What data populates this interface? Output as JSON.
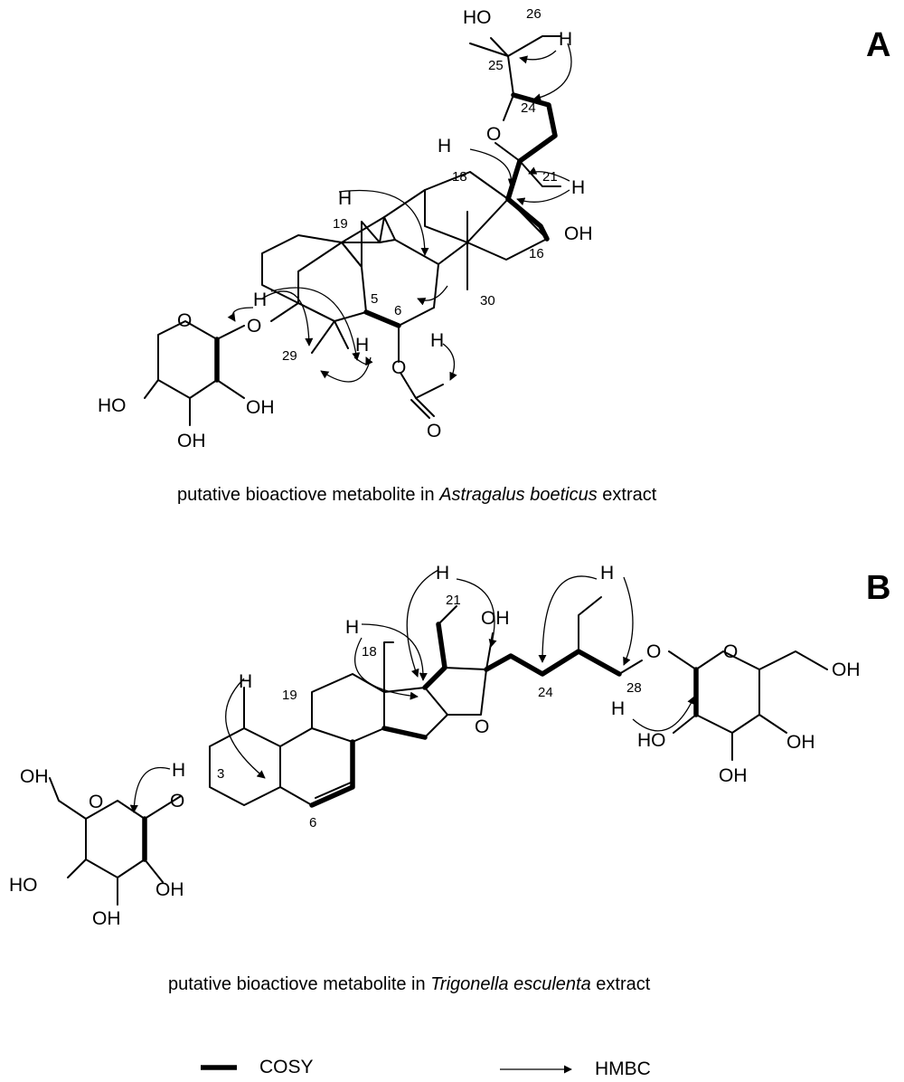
{
  "panels": {
    "a": {
      "label": "A",
      "caption": {
        "prefix": "putative bioactiove metabolite in ",
        "species": "Astragalus boeticus",
        "suffix": " extract"
      },
      "atoms": {
        "ho_top": "HO",
        "h_26": "H",
        "o_ring": "O",
        "h_18": "H",
        "h_21": "H",
        "h_19": "H",
        "oh_16": "OH",
        "h_3": "H",
        "o_3": "O",
        "o_sugar_ring": "O",
        "h_5": "H",
        "h_6": "H",
        "o_6": "O",
        "o_carbonyl": "O",
        "ho_sugar": "HO",
        "oh_sugar_right": "OH",
        "oh_sugar_bottom": "OH"
      },
      "numbers": {
        "n26": "26",
        "n25": "25",
        "n24": "24",
        "n18": "18",
        "n21": "21",
        "n19": "19",
        "n16": "16",
        "n5": "5",
        "n6": "6",
        "n30": "30",
        "n29": "29"
      }
    },
    "b": {
      "label": "B",
      "caption": {
        "prefix": "putative bioactiove metabolite in ",
        "species": "Trigonella esculenta",
        "suffix": " extract"
      },
      "atoms": {
        "h_21": "H",
        "oh_22": "OH",
        "h_26top": "H",
        "h_18": "H",
        "o_28": "O",
        "o_glc_right": "O",
        "oh_glc_right_ch2": "OH",
        "h_28": "H",
        "ho_glc_right": "HO",
        "oh_glc_right_c3": "OH",
        "oh_glc_right_c4": "OH",
        "o_f_ring": "O",
        "h_19": "H",
        "oh_glc_left_ch2": "OH",
        "h_3": "H",
        "o_glc_left": "O",
        "o_3": "O",
        "ho_glc_left": "HO",
        "oh_glc_left_c2": "OH",
        "oh_glc_left_c3": "OH"
      },
      "numbers": {
        "n21": "21",
        "n18": "18",
        "n24": "24",
        "n28": "28",
        "n19": "19",
        "n3": "3",
        "n6": "6"
      }
    }
  },
  "legend": {
    "cosy_label": "COSY",
    "hmbc_label": "HMBC"
  }
}
